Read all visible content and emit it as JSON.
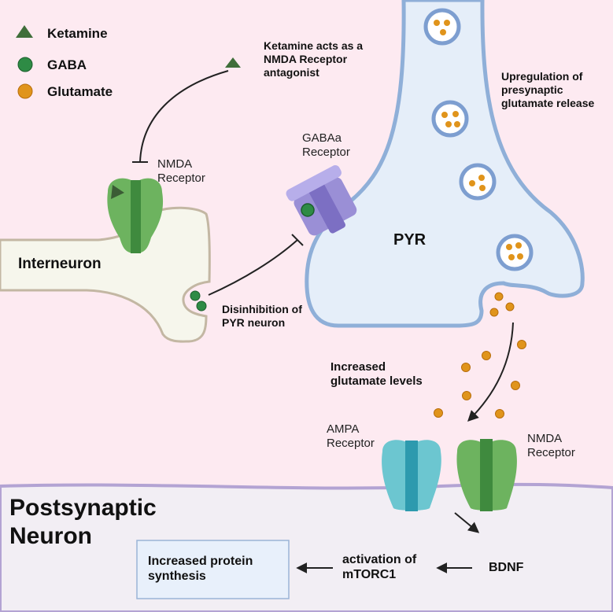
{
  "legend": {
    "ketamine": "Ketamine",
    "gaba": "GABA",
    "glutamate": "Glutamate"
  },
  "colors": {
    "background": "#fdeaf1",
    "postsynaptic_bg": "#f2eef4",
    "pyr_fill": "#e5eef9",
    "pyr_outline": "#8fafd8",
    "interneuron_fill": "#f6f6ec",
    "interneuron_outline": "#c3b7a3",
    "ketamine": "#3f6e3a",
    "gaba": "#2e8b45",
    "glutamate": "#e0941b",
    "nmda_receptor": "#6db35f",
    "ampa_receptor": "#6cc6d0",
    "gabaa_receptor": "#9a8fd6"
  },
  "annotations": {
    "ketamine_action": [
      "Ketamine acts as a",
      "NMDA Receptor",
      "antagonist"
    ],
    "nmda_interneuron": [
      "NMDA",
      "Receptor"
    ],
    "gabaa": [
      "GABAa",
      "Receptor"
    ],
    "pyr": "PYR",
    "upregulation": [
      "Upregulation of",
      "presynaptic",
      "glutamate release"
    ],
    "interneuron": "Interneuron",
    "disinhibition": [
      "Disinhibition of",
      "PYR neuron"
    ],
    "increased_glutamate": [
      "Increased",
      "glutamate levels"
    ],
    "ampa": [
      "AMPA",
      "Receptor"
    ],
    "nmda_post": [
      "NMDA",
      "Receptor"
    ],
    "postsynaptic": [
      "Postsynaptic",
      "Neuron"
    ],
    "protein_synthesis": [
      "Increased protein",
      "synthesis"
    ],
    "mtorc1": [
      "activation of",
      "mTORC1"
    ],
    "bdnf": "BDNF"
  }
}
